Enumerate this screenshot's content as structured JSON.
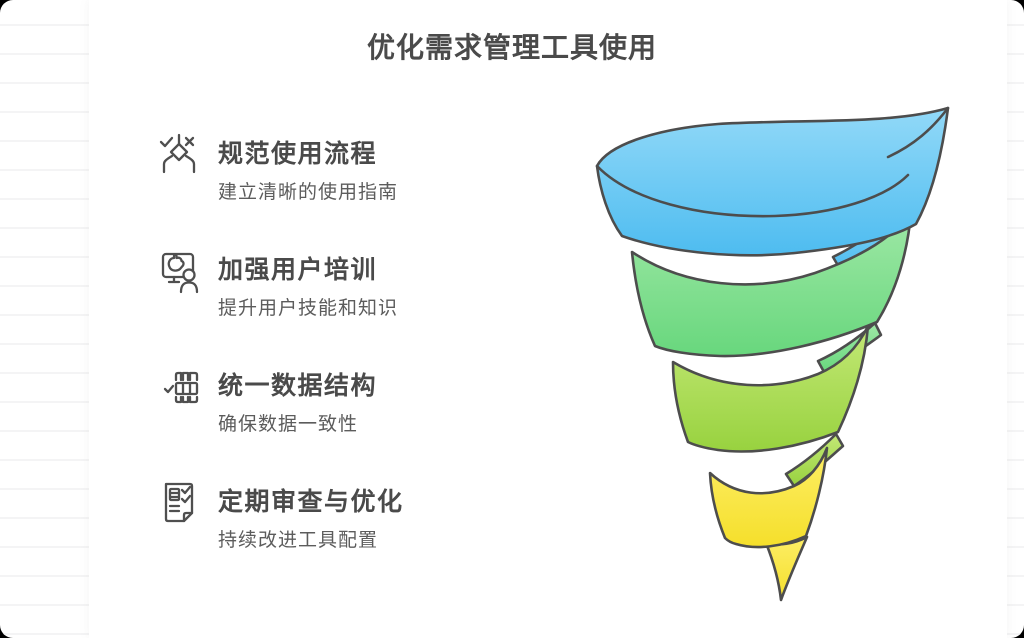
{
  "title": "优化需求管理工具使用",
  "items": [
    {
      "icon": "flow-decision-icon",
      "title": "规范使用流程",
      "subtitle": "建立清晰的使用指南"
    },
    {
      "icon": "user-training-icon",
      "title": "加强用户培训",
      "subtitle": "提升用户技能和知识"
    },
    {
      "icon": "data-table-icon",
      "title": "统一数据结构",
      "subtitle": "确保数据一致性"
    },
    {
      "icon": "document-review-icon",
      "title": "定期审查与优化",
      "subtitle": "持续改进工具配置"
    }
  ],
  "funnel": {
    "type": "spiral-funnel",
    "outline_color": "#4d4d4d",
    "levels": [
      {
        "color": "#5fc6f3",
        "gradient": [
          "#92d9f8",
          "#4ebcf0"
        ]
      },
      {
        "color": "#7ddd8b",
        "gradient": [
          "#9fe8a6",
          "#68d77d"
        ]
      },
      {
        "color": "#a6da4f",
        "gradient": [
          "#c3e876",
          "#98d23f"
        ]
      },
      {
        "color": "#f9e43b",
        "gradient": [
          "#fdee66",
          "#f5df2b"
        ]
      }
    ]
  },
  "colors": {
    "window_background": "#000000",
    "card_background": "#ffffff",
    "title_text": "#4a4a4a",
    "item_title_text": "#4a4a4a",
    "item_subtitle_text": "#5c5c5c",
    "icon_stroke": "#4f4f4f",
    "ruled_line": "#f4f4f5"
  }
}
